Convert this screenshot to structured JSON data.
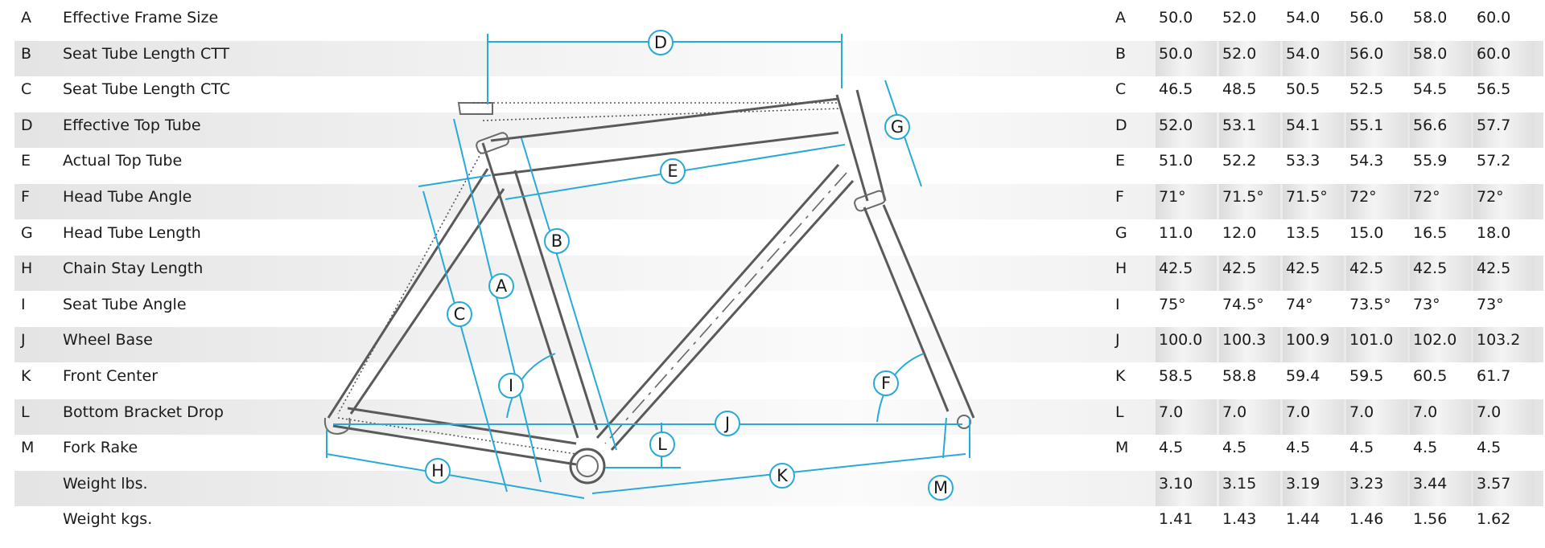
{
  "rows": [
    {
      "letter": "A",
      "name": "Effective Frame Size",
      "values": [
        "50.0",
        "52.0",
        "54.0",
        "56.0",
        "58.0",
        "60.0"
      ]
    },
    {
      "letter": "B",
      "name": "Seat Tube Length CTT",
      "values": [
        "50.0",
        "52.0",
        "54.0",
        "56.0",
        "58.0",
        "60.0"
      ]
    },
    {
      "letter": "C",
      "name": "Seat Tube Length CTC",
      "values": [
        "46.5",
        "48.5",
        "50.5",
        "52.5",
        "54.5",
        "56.5"
      ]
    },
    {
      "letter": "D",
      "name": "Effective Top Tube",
      "values": [
        "52.0",
        "53.1",
        "54.1",
        "55.1",
        "56.6",
        "57.7"
      ]
    },
    {
      "letter": "E",
      "name": "Actual Top Tube",
      "values": [
        "51.0",
        "52.2",
        "53.3",
        "54.3",
        "55.9",
        "57.2"
      ]
    },
    {
      "letter": "F",
      "name": "Head Tube Angle",
      "values": [
        "71°",
        "71.5°",
        "71.5°",
        "72°",
        "72°",
        "72°"
      ]
    },
    {
      "letter": "G",
      "name": "Head Tube Length",
      "values": [
        "11.0",
        "12.0",
        "13.5",
        "15.0",
        "16.5",
        "18.0"
      ]
    },
    {
      "letter": "H",
      "name": "Chain Stay Length",
      "values": [
        "42.5",
        "42.5",
        "42.5",
        "42.5",
        "42.5",
        "42.5"
      ]
    },
    {
      "letter": "I",
      "name": "Seat Tube Angle",
      "values": [
        "75°",
        "74.5°",
        "74°",
        "73.5°",
        "73°",
        "73°"
      ]
    },
    {
      "letter": "J",
      "name": "Wheel Base",
      "values": [
        "100.0",
        "100.3",
        "100.9",
        "101.0",
        "102.0",
        "103.2"
      ]
    },
    {
      "letter": "K",
      "name": "Front Center",
      "values": [
        "58.5",
        "58.8",
        "59.4",
        "59.5",
        "60.5",
        "61.7"
      ]
    },
    {
      "letter": "L",
      "name": "Bottom Bracket Drop",
      "values": [
        "7.0",
        "7.0",
        "7.0",
        "7.0",
        "7.0",
        "7.0"
      ]
    },
    {
      "letter": "M",
      "name": "Fork Rake",
      "values": [
        "4.5",
        "4.5",
        "4.5",
        "4.5",
        "4.5",
        "4.5"
      ]
    },
    {
      "letter": "",
      "name": "Weight lbs.",
      "values": [
        "3.10",
        "3.15",
        "3.19",
        "3.23",
        "3.44",
        "3.57"
      ]
    },
    {
      "letter": "",
      "name": "Weight kgs.",
      "values": [
        "1.41",
        "1.43",
        "1.44",
        "1.46",
        "1.56",
        "1.62"
      ]
    }
  ],
  "diagram_labels": {
    "A": "A",
    "B": "B",
    "C": "C",
    "D": "D",
    "E": "E",
    "F": "F",
    "G": "G",
    "H": "H",
    "I": "I",
    "J": "J",
    "K": "K",
    "L": "L",
    "M": "M"
  },
  "colors": {
    "dimension_line": "#29a9d8",
    "frame_line": "#5a5a5a",
    "row_stripe": "#eeeeee"
  }
}
